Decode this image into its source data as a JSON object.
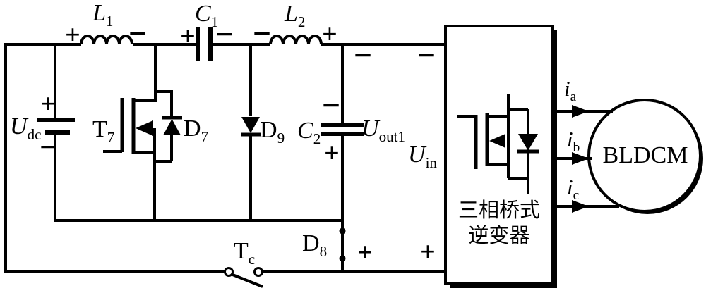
{
  "figure": {
    "kind": "power-electronics circuit schematic",
    "description_visible_only": "DC source feeds Cuk-type converter with switch T7/D7, diodes D8 D9, caps C1 C2, inductors L1 L2, switch Tc, into three-phase bridge inverter driving BLDCM motor"
  },
  "colors": {
    "ink": "#000000",
    "background": "#ffffff"
  },
  "labels": {
    "udc": {
      "base": "U",
      "sub": "dc"
    },
    "l1": {
      "base": "L",
      "sub": "1"
    },
    "c1": {
      "base": "C",
      "sub": "1"
    },
    "l2": {
      "base": "L",
      "sub": "2"
    },
    "t7": {
      "base": "T",
      "sub": "7"
    },
    "d7": {
      "base": "D",
      "sub": "7"
    },
    "d9": {
      "base": "D",
      "sub": "9"
    },
    "c2": {
      "base": "C",
      "sub": "2"
    },
    "uout1": {
      "base": "U",
      "sub": "out1"
    },
    "uin": {
      "base": "U",
      "sub": "in"
    },
    "d8": {
      "base": "D",
      "sub": "8"
    },
    "tc": {
      "base": "T",
      "sub": "c"
    },
    "ia": {
      "base": "i",
      "sub": "a"
    },
    "ib": {
      "base": "i",
      "sub": "b"
    },
    "ic": {
      "base": "i",
      "sub": "c"
    },
    "motor": "BLDCM",
    "inverter_line1": "三相桥式",
    "inverter_line2": "逆变器"
  },
  "marks": {
    "udc_plus": "+",
    "udc_minus": "−",
    "l1_plus": "+",
    "l1_minus": "−",
    "c1_plus": "+",
    "c1_minus": "−",
    "l2_minus": "−",
    "l2_plus": "+",
    "c2_minus": "−",
    "c2_plus": "+",
    "uin_top_minus_1": "−",
    "uin_top_minus_2": "−",
    "uin_bottom_plus_1": "+",
    "uin_bottom_plus_2": "+"
  }
}
